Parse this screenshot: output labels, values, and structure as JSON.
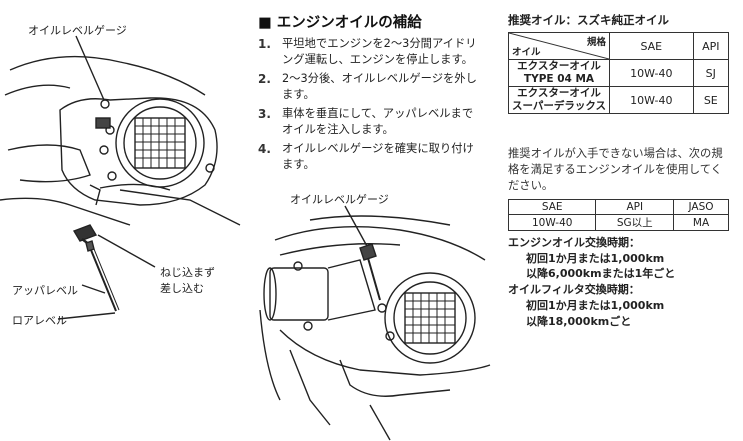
{
  "labels": {
    "gauge_top": "オイルレベルゲージ",
    "gauge_mid": "オイルレベルゲージ",
    "upper_level": "アッパレベル",
    "lower_level": "ロアレベル",
    "screw_in_1": "ねじ込まず",
    "screw_in_2": "差し込む"
  },
  "section": {
    "title": "■ エンジンオイルの補給",
    "steps": [
      {
        "num": "1.",
        "text": "平坦地でエンジンを2～3分間アイドリング運転し、エンジンを停止します。"
      },
      {
        "num": "2.",
        "text": "2～3分後、オイルレベルゲージを外します。"
      },
      {
        "num": "3.",
        "text": "車体を垂直にして、アッパレベルまでオイルを注入します。"
      },
      {
        "num": "4.",
        "text": "オイルレベルゲージを確実に取り付けます。"
      }
    ]
  },
  "right": {
    "recommended_title": "推奨オイル：スズキ純正オイル",
    "table1": {
      "corner_top": "規格",
      "corner_bottom": "オイル",
      "col_sae": "SAE",
      "col_api": "API",
      "rows": [
        {
          "name1": "エクスターオイル",
          "name2": "TYPE 04 MA",
          "sae": "10W-40",
          "api": "SJ"
        },
        {
          "name1": "エクスターオイル",
          "name2": "スーパーデラックス",
          "sae": "10W-40",
          "api": "SE"
        }
      ]
    },
    "note": "推奨オイルが入手できない場合は、次の規格を満足するエンジンオイルを使用してください。",
    "table2": {
      "headers": [
        "SAE",
        "API",
        "JASO"
      ],
      "values": [
        "10W-40",
        "SG以上",
        "MA"
      ]
    },
    "schedule": {
      "engine_title": "エンジンオイル交換時期：",
      "engine_first": "初回1か月または1,000km",
      "engine_after": "以降6,000kmまたは1年ごと",
      "filter_title": "オイルフィルタ交換時期：",
      "filter_first": "初回1か月または1,000km",
      "filter_after": "以降18,000kmごと"
    }
  }
}
